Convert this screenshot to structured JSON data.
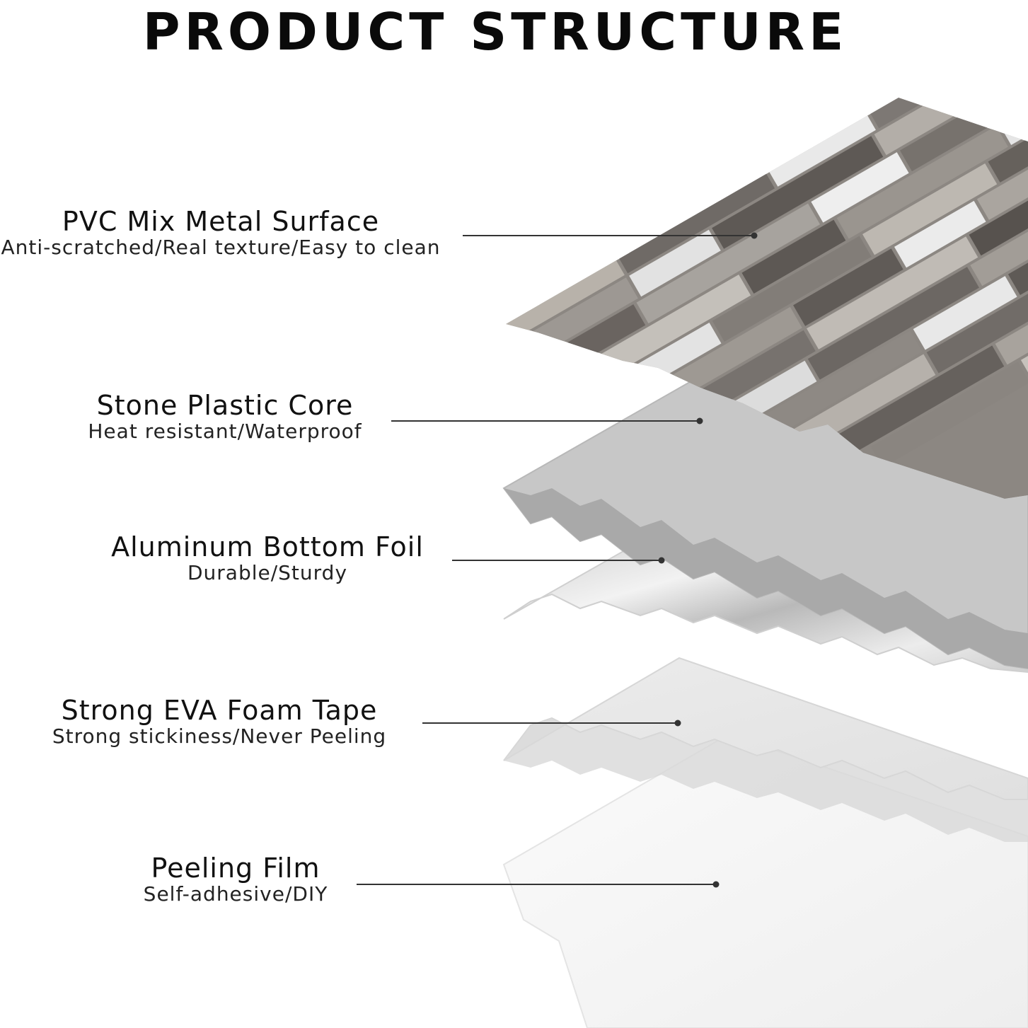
{
  "title": "PRODUCT STRUCTURE",
  "layers": [
    {
      "name": "PVC Mix Metal Surface",
      "description": "Anti-scratched/Real texture/Easy to clean"
    },
    {
      "name": "Stone Plastic Core",
      "description": "Heat resistant/Waterproof"
    },
    {
      "name": "Aluminum Bottom Foil",
      "description": "Durable/Sturdy"
    },
    {
      "name": "Strong EVA Foam Tape",
      "description": "Strong stickiness/Never Peeling"
    },
    {
      "name": "Peeling Film",
      "description": "Self-adhesive/DIY"
    }
  ],
  "colors": {
    "title": "#0a0a0a",
    "leader": "#333333",
    "surface_dark": "#6e6863",
    "surface_light": "#c9c6c1",
    "metal": "#e6e6e6",
    "core": "#c4c4c4",
    "foil": "#dcdcdc",
    "foam": "#eeeeee",
    "film": "#f6f6f6"
  }
}
